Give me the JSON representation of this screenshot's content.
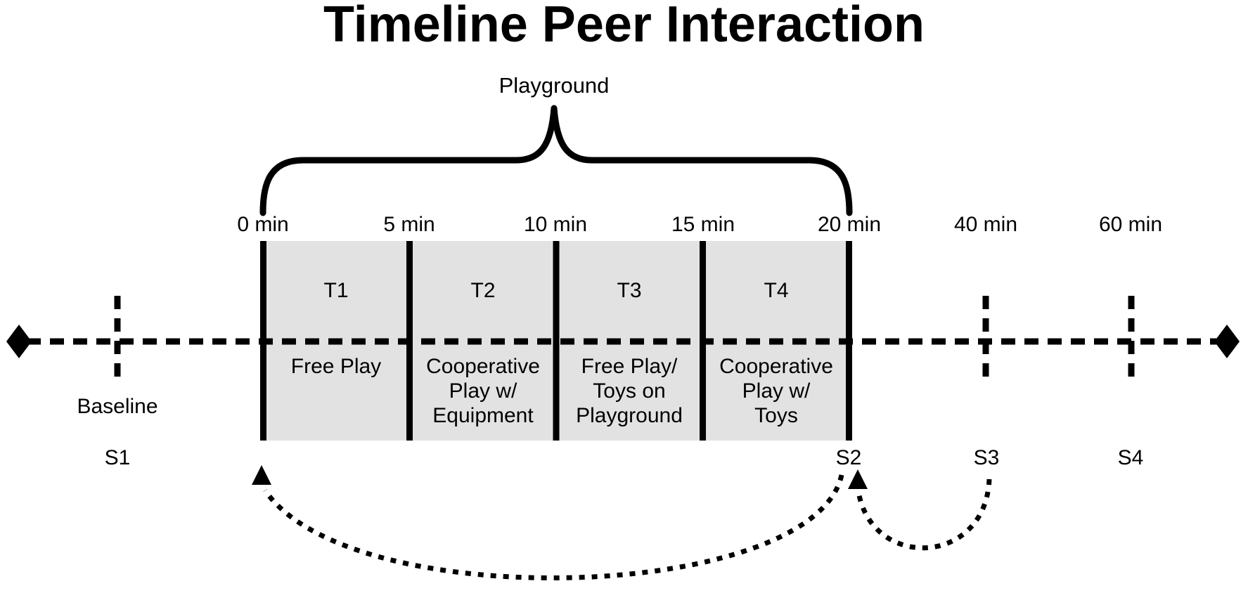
{
  "title": "Timeline Peer Interaction",
  "brace": {
    "label": "Playground"
  },
  "timeline": {
    "time_labels": [
      "0 min",
      "5 min",
      "10 min",
      "15 min",
      "20 min",
      "40 min",
      "60 min"
    ],
    "baseline_label": "Baseline",
    "session_labels": [
      "S1",
      "S2",
      "S3",
      "S4"
    ]
  },
  "phases": [
    {
      "id": "T1",
      "activity": "Free Play"
    },
    {
      "id": "T2",
      "activity": "Cooperative\nPlay w/\nEquipment"
    },
    {
      "id": "T3",
      "activity": "Free Play/\nToys on\nPlayground"
    },
    {
      "id": "T4",
      "activity": "Cooperative\nPlay w/\nToys"
    }
  ],
  "colors": {
    "ink": "#000000",
    "phase_fill": "#e2e2e2",
    "background": "#ffffff"
  }
}
